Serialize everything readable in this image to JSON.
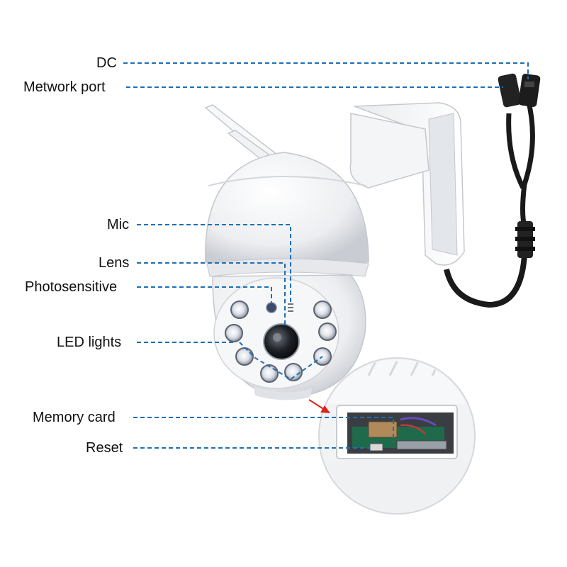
{
  "labels": {
    "dc": "DC",
    "network_port": "Metwork port",
    "mic": "Mic",
    "lens": "Lens",
    "photosensitive": "Photosensitive",
    "led_lights": "LED lights",
    "memory_card": "Memory card",
    "reset": "Reset"
  },
  "colors": {
    "leader_line": "#1f6fb2",
    "arrow": "#d7261e",
    "camera_body": "#f3f4f6",
    "cable": "#1a1a1a"
  }
}
